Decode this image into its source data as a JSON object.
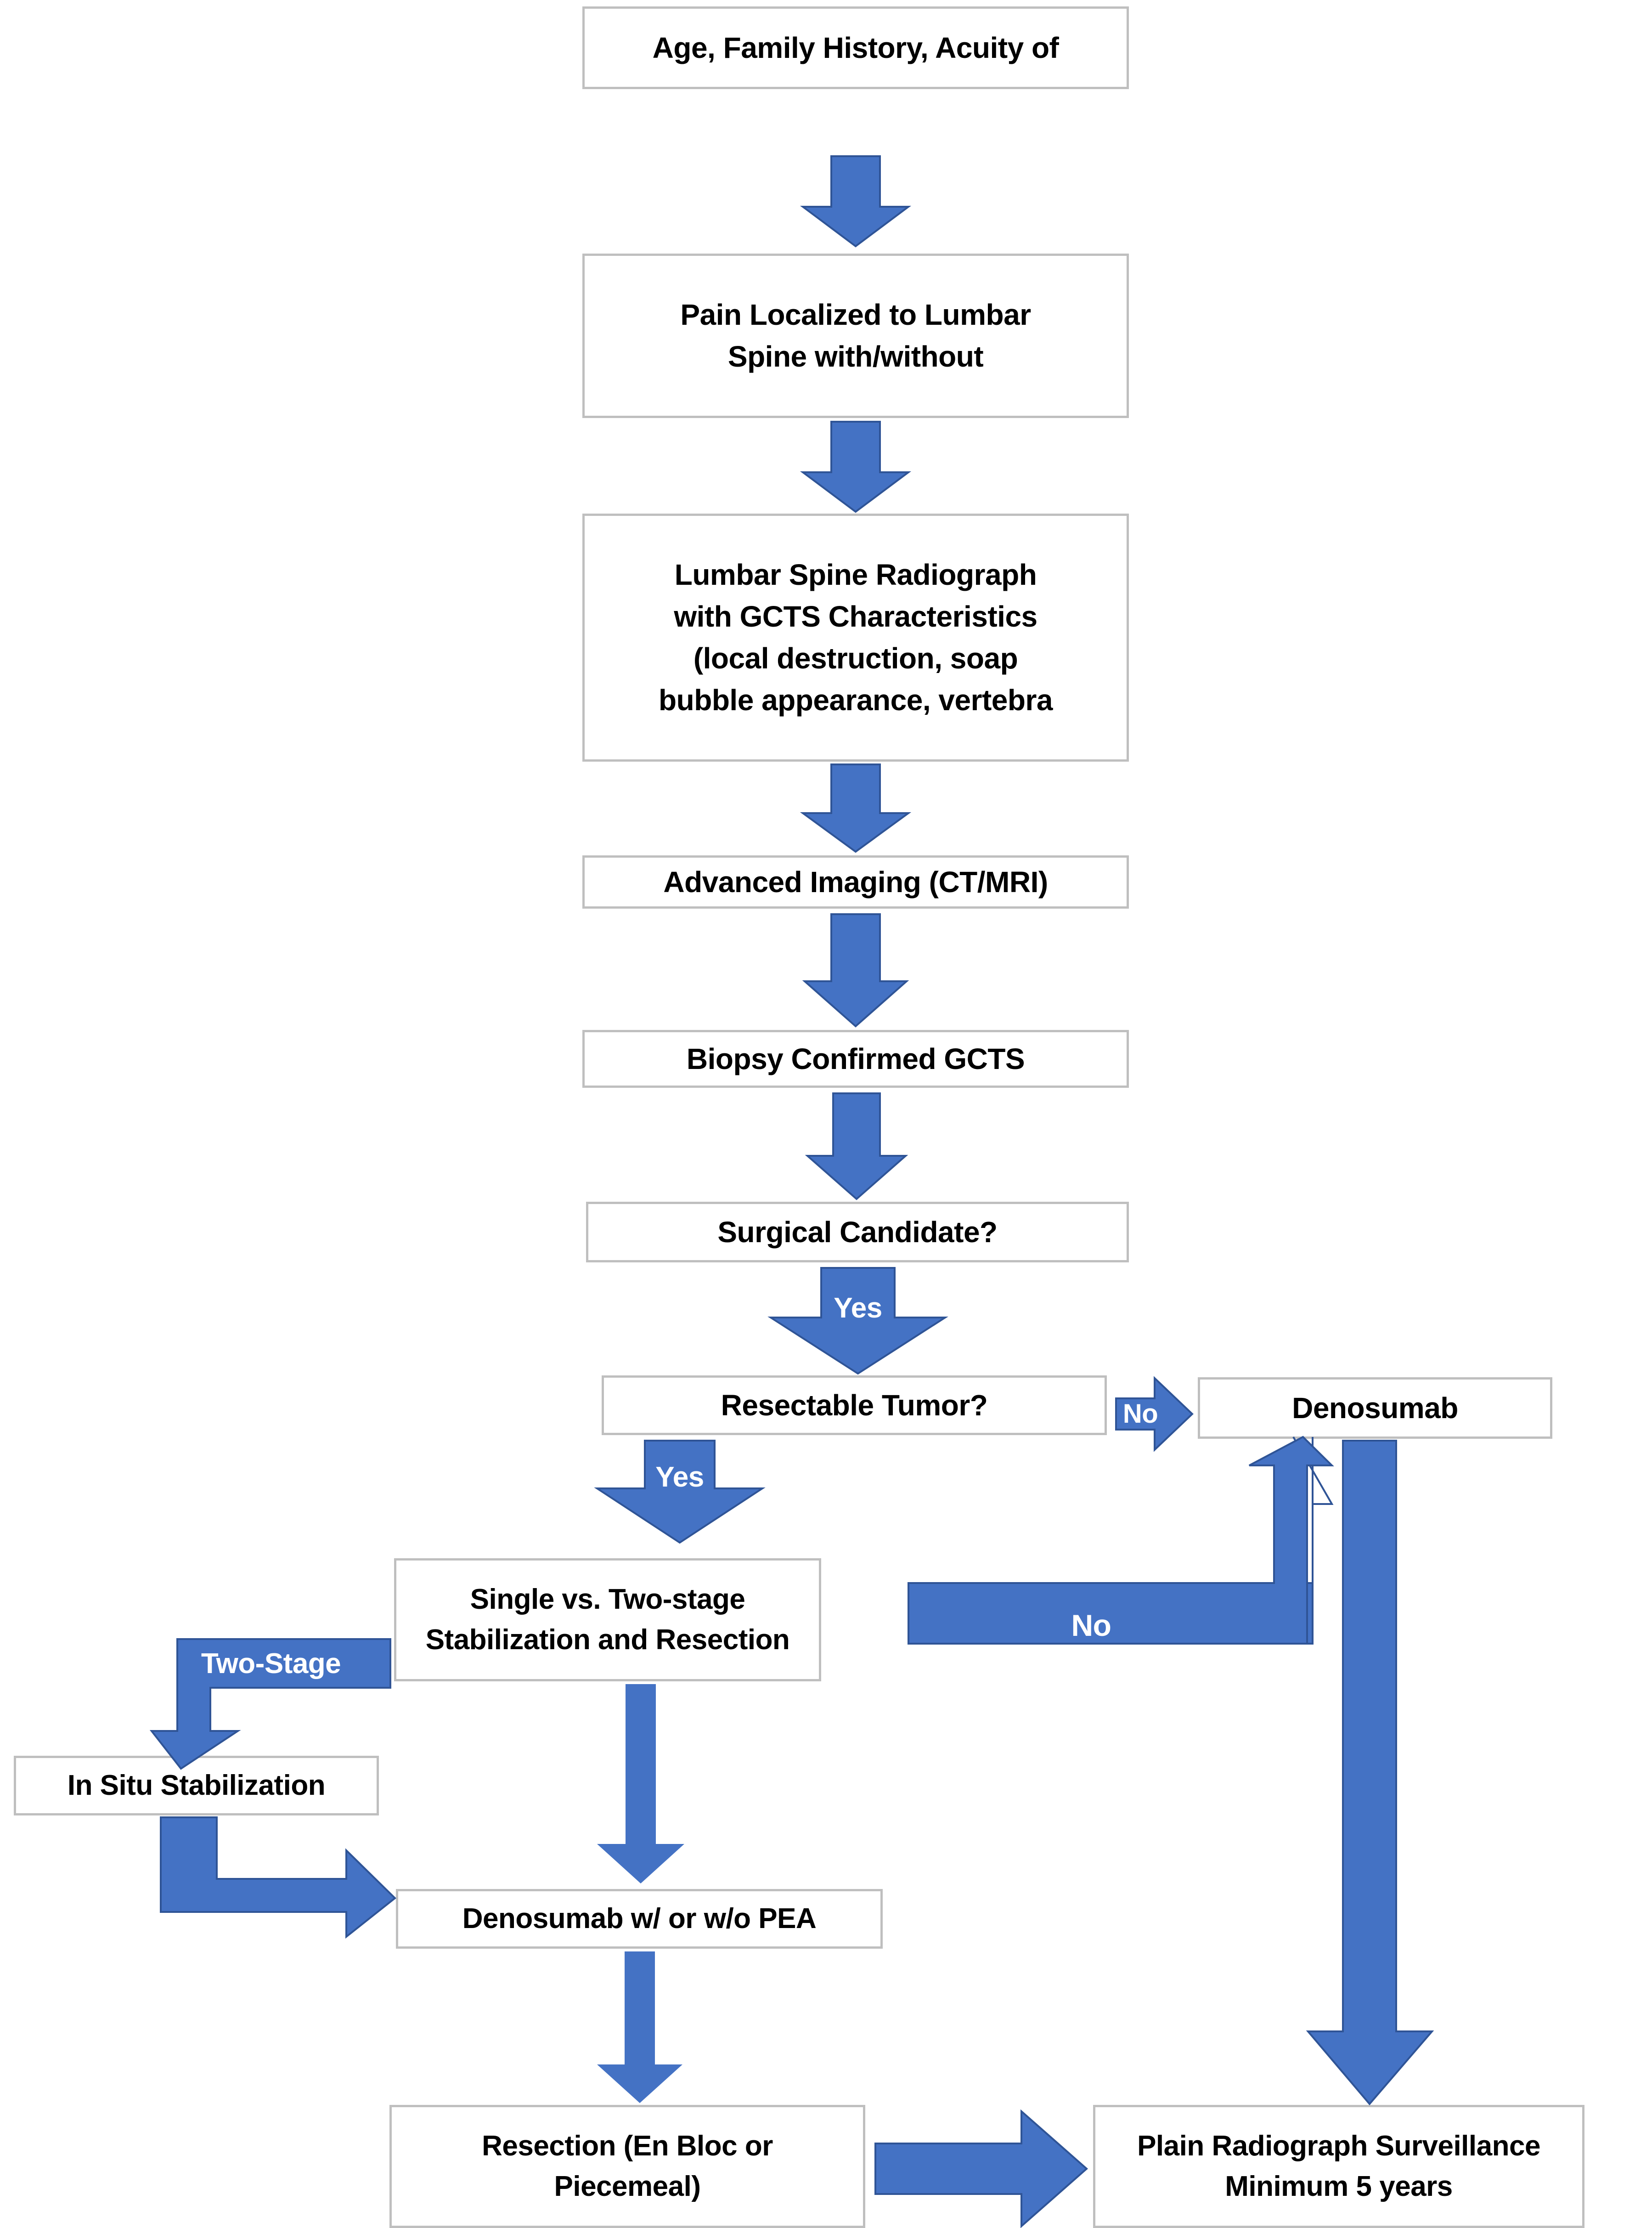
{
  "diagram": {
    "title": "Lumbar Spine Giant Cell Tumor (GCTS) Management Algorithm",
    "accent_color": "#4472C4",
    "accent_border_color": "#2F5496",
    "node_border_color": "#BFBFBF",
    "node_fill_color": "#FFFFFF",
    "text_color": "#000000"
  },
  "nodes": {
    "age_family_history": {
      "label": "Age,  Family History, Acuity of"
    },
    "pain_localized": {
      "label": "Pain Localized to Lumbar\nSpine with/without"
    },
    "lumbar_radiograph": {
      "label": "Lumbar Spine Radiograph\nwith GCTS Characteristics\n(local destruction, soap\nbubble appearance, vertebra"
    },
    "advanced_imaging": {
      "label": "Advanced Imaging (CT/MRI)"
    },
    "biopsy_confirmed": {
      "label": "Biopsy Confirmed GCTS"
    },
    "surgical_candidate": {
      "label": "Surgical Candidate?"
    },
    "resectable_tumor": {
      "label": "Resectable Tumor?"
    },
    "denosumab": {
      "label": "Denosumab"
    },
    "single_vs_two_stage": {
      "label": "Single vs. Two-stage\nStabilization and Resection"
    },
    "in_situ_stabilization": {
      "label": "In Situ Stabilization"
    },
    "denosumab_pea": {
      "label": "Denosumab w/ or w/o PEA"
    },
    "resection": {
      "label": "Resection (En Bloc or\nPiecemeal)"
    },
    "surveillance": {
      "label": "Plain Radiograph Surveillance\nMinimum 5 years"
    }
  },
  "edge_labels": {
    "surgical_candidate_yes": "Yes",
    "resectable_tumor_no": "No",
    "resectable_tumor_yes": "Yes",
    "single_two_stage_branch": "Two-Stage",
    "single_two_stage_no": "No"
  }
}
